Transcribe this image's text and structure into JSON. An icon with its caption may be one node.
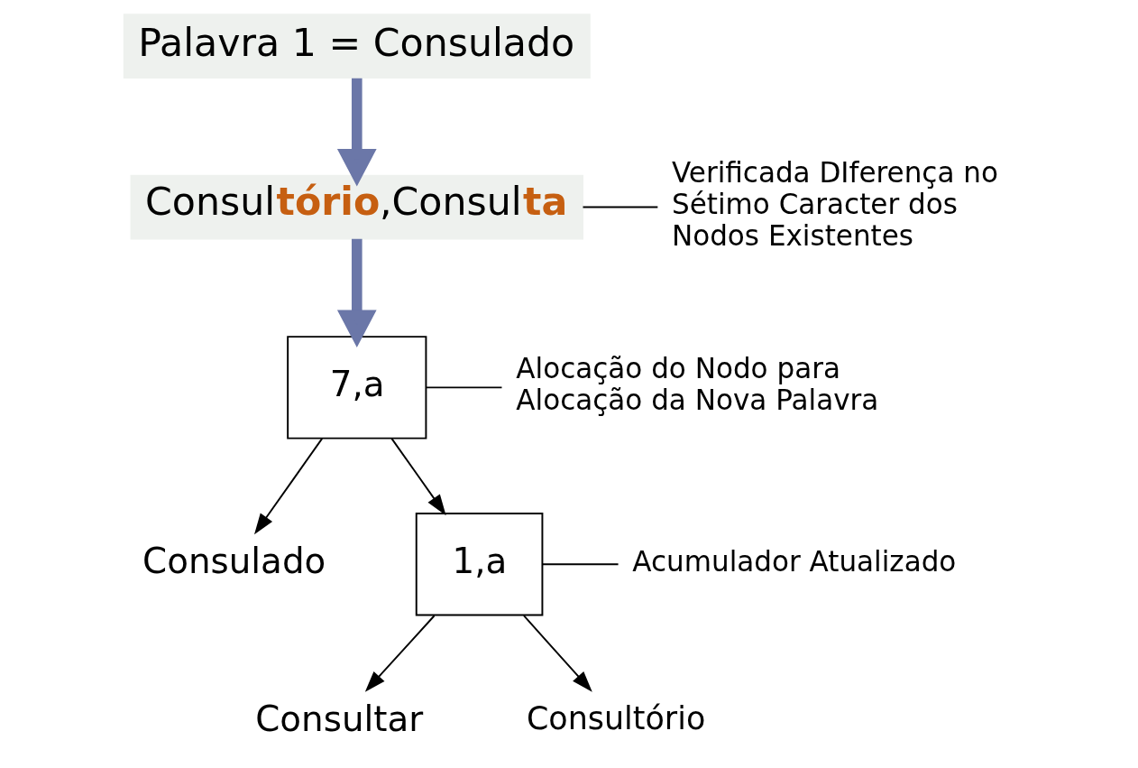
{
  "diagram": {
    "nodes": [
      {
        "text": [
          "Palavra 1 = Consulado"
        ]
      },
      {
        "text": [
          "Consul**tório**,Consul**ta**"
        ]
      },
      {
        "text": [
          "Verificada DIferença no Sétimo Caracter dos Nodos Existentes"
        ]
      },
      {
        "text": [
          "7,a"
        ]
      },
      {
        "text": [
          "Alocação do Nodo para Alocação da Nova Palavra"
        ]
      },
      {
        "text": [
          "Consulado"
        ]
      },
      {
        "text": [
          "1,a"
        ]
      },
      {
        "text": [
          "Acumulador Atualizado"
        ]
      },
      {
        "text": [
          "Consultar"
        ]
      },
      {
        "text": [
          "Consultório"
        ]
      }
    ],
    "edges": [
      {
        "from": 0,
        "to": 1,
        "arrow": "to",
        "style": "thick",
        "color": "#6b77a8"
      },
      {
        "from": 1,
        "to": 2,
        "arrow": "none"
      },
      {
        "from": 1,
        "to": 3,
        "arrow": "to",
        "style": "thick",
        "color": "#6b77a8"
      },
      {
        "from": 3,
        "to": 4,
        "arrow": "none"
      },
      {
        "from": 3,
        "to": 5,
        "arrow": "to"
      },
      {
        "from": 3,
        "to": 6,
        "arrow": "to"
      },
      {
        "from": 6,
        "to": 7,
        "arrow": "none"
      },
      {
        "from": 6,
        "to": 8,
        "arrow": "to"
      },
      {
        "from": 6,
        "to": 9,
        "arrow": "to"
      }
    ]
  }
}
